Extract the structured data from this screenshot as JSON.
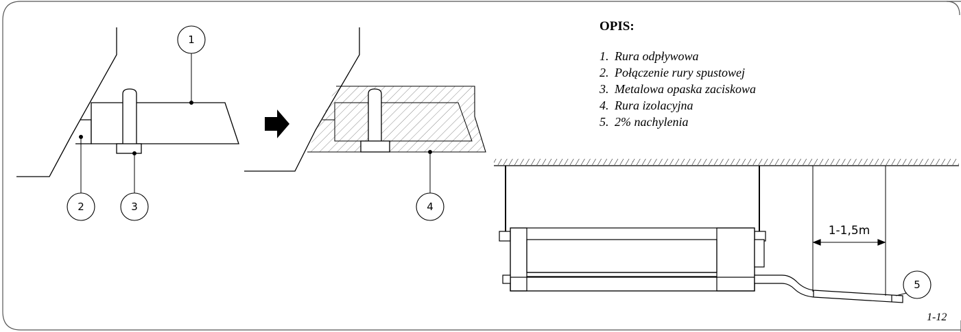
{
  "legend": {
    "title": "OPIS:",
    "items": [
      {
        "num": "1.",
        "label": "Rura odpływowa"
      },
      {
        "num": "2.",
        "label": "Połączenie rury spustowej"
      },
      {
        "num": "3.",
        "label": "Metalowa opaska zaciskowa"
      },
      {
        "num": "4.",
        "label": "Rura izolacyjna"
      },
      {
        "num": "5.",
        "label": "2% nachylenia"
      }
    ]
  },
  "callouts": {
    "c1": "1",
    "c2": "2",
    "c3": "3",
    "c4": "4",
    "c5": "5"
  },
  "dimension": {
    "spacing_label": "1-1,5m"
  },
  "figure_number": "1-12",
  "colors": {
    "line": "#000000",
    "hatch": "#888888",
    "frame": "#555555"
  }
}
